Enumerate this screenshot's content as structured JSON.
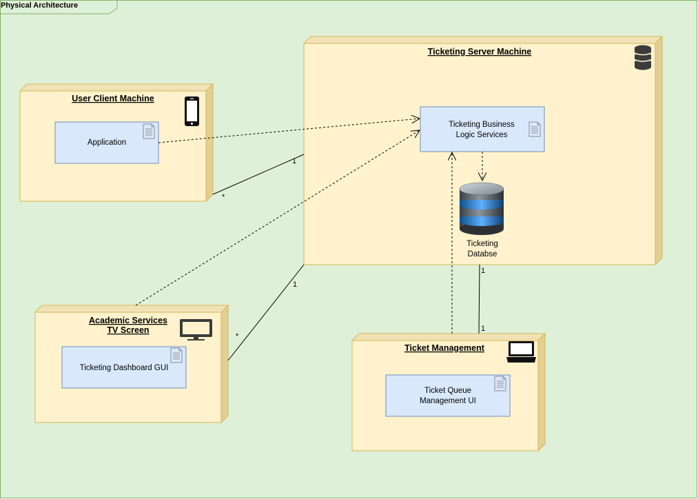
{
  "frame": {
    "label": "Physical Architecture"
  },
  "nodes": {
    "server": {
      "title": "Ticketing Server Machine"
    },
    "client": {
      "title": "User Client Machine"
    },
    "academic": {
      "title_line1": "Academic Services ",
      "title_line2": "TV Screen"
    },
    "ticket_mgmt": {
      "title": "Ticket Management "
    }
  },
  "components": {
    "business_logic": {
      "line1": "Ticketing Business",
      "line2": "Logic Services"
    },
    "application": {
      "label": "Application"
    },
    "dashboard": {
      "label": "Ticketing Dashboard GUI"
    },
    "queue_ui": {
      "line1": "Ticket Queue",
      "line2": "Management UI"
    }
  },
  "database": {
    "line1": "Ticketing",
    "line2": "Databse"
  },
  "multiplicities": {
    "client_server_server_end": "1",
    "client_server_client_end": "*",
    "academic_server_server_end": "1",
    "academic_server_academic_end": "*",
    "db_tm_top": "1",
    "db_tm_bottom": "1"
  },
  "colors": {
    "background": "#dff0d8",
    "frame_border": "#82b366",
    "node_fill": "#fff2cc",
    "node_border": "#d6b656",
    "component_fill": "#dae8fc",
    "component_border": "#6c8ebf"
  },
  "icons": {
    "server": "database-stack-icon",
    "client": "smartphone-icon",
    "academic": "monitor-icon",
    "ticket_mgmt": "desktop-computer-icon",
    "component": "document-icon",
    "database": "database-cylinder-icon"
  }
}
